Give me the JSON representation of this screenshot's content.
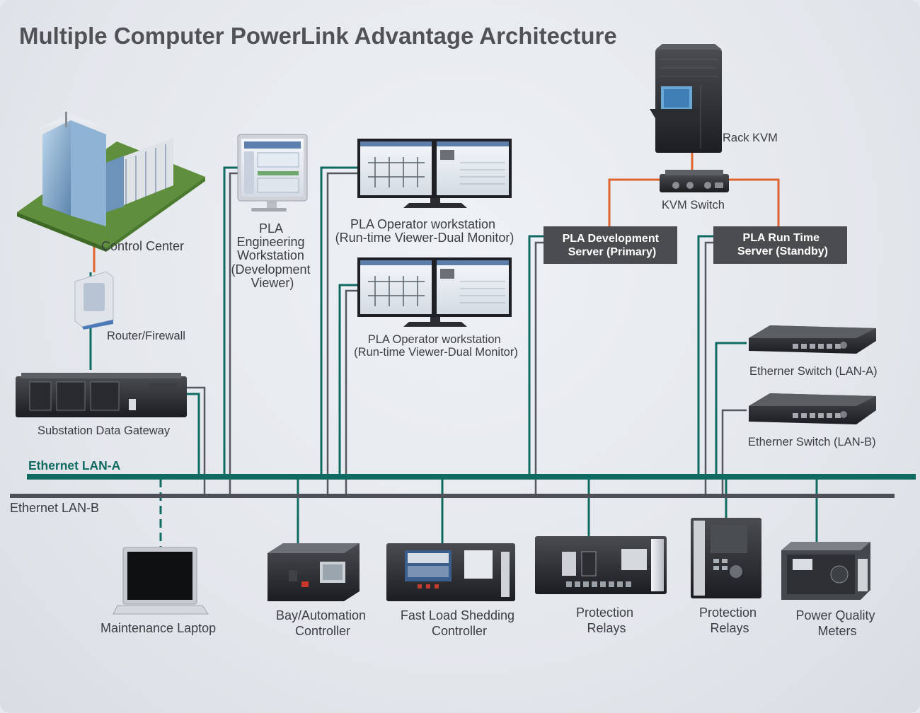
{
  "title": "Multiple Computer PowerLink Advantage Architecture",
  "colors": {
    "lan_a": "#0f6a62",
    "lan_b": "#4d5157",
    "kvm_link": "#e0642e",
    "server_box": "#4a4c50"
  },
  "lans": {
    "lan_a": "Ethernet LAN-A",
    "lan_b": "Ethernet LAN-B"
  },
  "nodes": {
    "control_center": "Control Center",
    "router": "Router/Firewall",
    "gateway": "Substation Data Gateway",
    "eng_ws": [
      "PLA",
      "Engineering",
      "Workstation",
      "(Development",
      "Viewer)"
    ],
    "op_ws_1": [
      "PLA Operator workstation",
      "(Run-time Viewer-Dual Monitor)"
    ],
    "op_ws_2": [
      "PLA Operator workstation",
      "(Run-time Viewer-Dual Monitor)"
    ],
    "rack_kvm": "Rack KVM",
    "kvm_switch": "KVM Switch",
    "dev_server": [
      "PLA Development",
      "Server (Primary)"
    ],
    "run_server": [
      "PLA Run Time",
      "Server (Standby)"
    ],
    "switch_a": "Etherner Switch (LAN-A)",
    "switch_b": "Etherner Switch (LAN-B)",
    "laptop": "Maintenance Laptop",
    "bay_ctrl": [
      "Bay/Automation",
      "Controller"
    ],
    "load_shed": [
      "Fast Load Shedding",
      "Controller"
    ],
    "prot_relays_1": [
      "Protection",
      "Relays"
    ],
    "prot_relays_2": [
      "Protection",
      "Relays"
    ],
    "pq_meters": [
      "Power Quality",
      "Meters"
    ]
  },
  "icons": [
    "building-icon",
    "router-icon",
    "rack-server-icon",
    "monitor-icon",
    "dual-monitor-icon",
    "server-tower-icon",
    "kvm-switch-icon",
    "network-switch-icon",
    "laptop-icon",
    "controller-icon",
    "relay-icon",
    "meter-icon"
  ]
}
